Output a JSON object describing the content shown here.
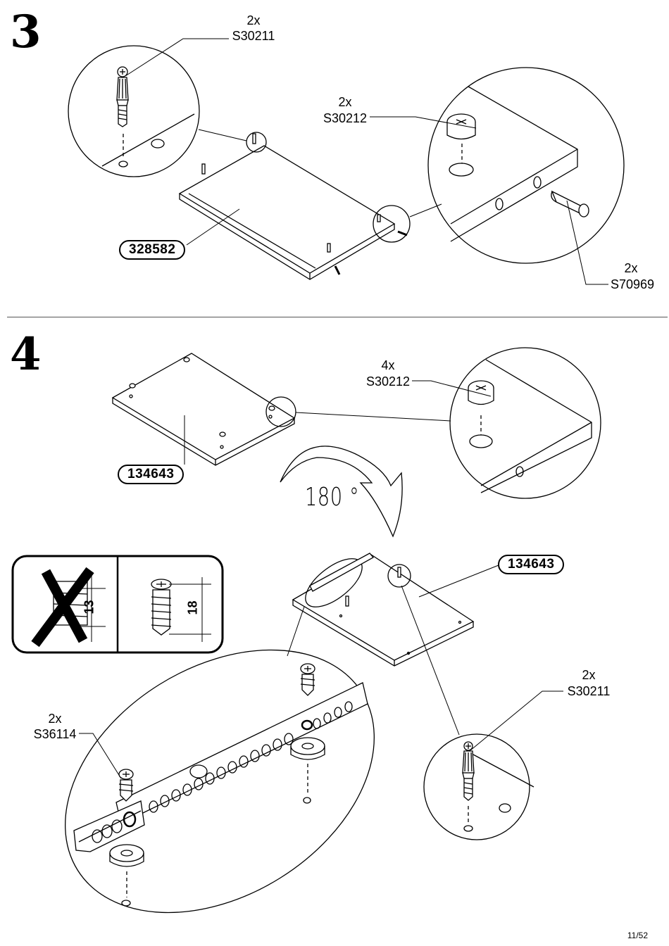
{
  "steps": [
    {
      "number": "3",
      "panel_part": "328582",
      "callouts": [
        {
          "qty": "2x",
          "code": "S30211"
        },
        {
          "qty": "2x",
          "code": "S30212"
        },
        {
          "qty": "2x",
          "code": "S70969"
        }
      ]
    },
    {
      "number": "4",
      "panel_part": "134643",
      "panel_part_2": "134643",
      "rotation": "180 °",
      "callouts": [
        {
          "qty": "4x",
          "code": "S30212"
        },
        {
          "qty": "2x",
          "code": "S30211"
        },
        {
          "qty": "2x",
          "code": "S36114"
        }
      ],
      "screw_warning": {
        "wrong_length": "13",
        "correct_length": "18"
      }
    }
  ],
  "footer": {
    "page": "11/52"
  }
}
